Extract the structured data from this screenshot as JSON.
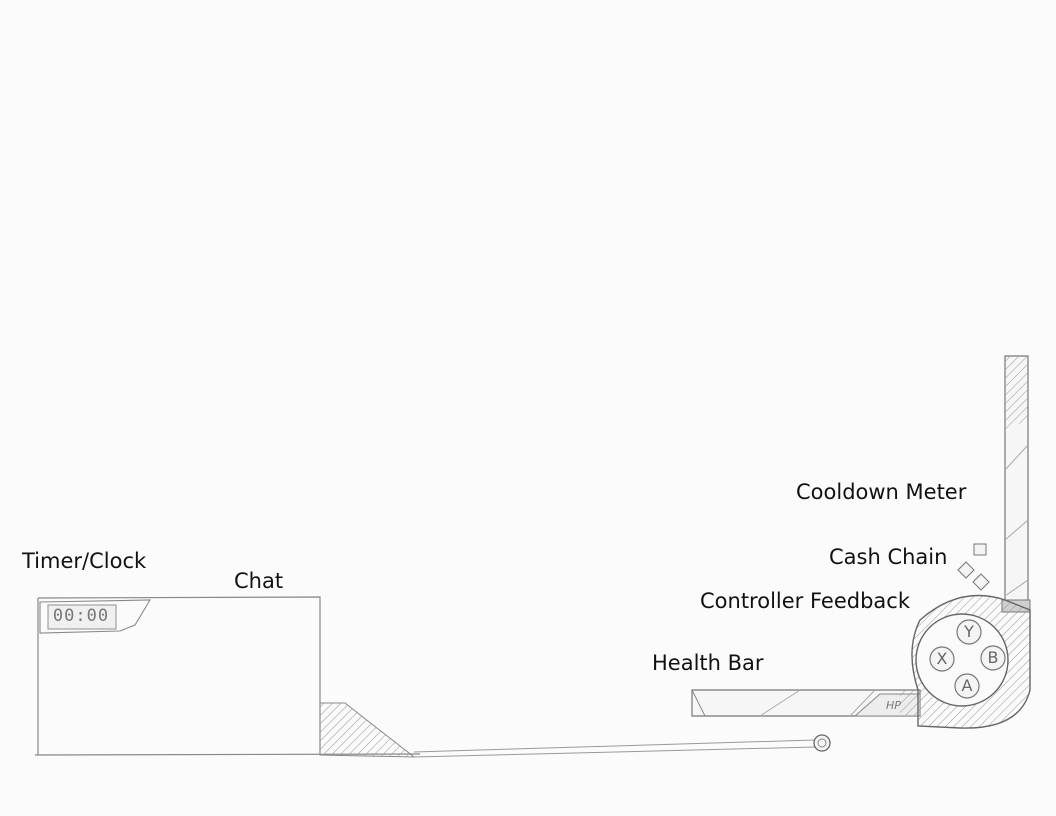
{
  "labels": {
    "timer_clock": "Timer/Clock",
    "chat": "Chat",
    "cooldown_meter": "Cooldown Meter",
    "cash_chain": "Cash Chain",
    "controller_feedback": "Controller Feedback",
    "health_bar": "Health Bar"
  },
  "timer": {
    "display": "00:00"
  },
  "health_bar": {
    "hp_label": "HP"
  },
  "controller": {
    "buttons": {
      "top": "Y",
      "right": "B",
      "bottom": "A",
      "left": "X"
    }
  }
}
